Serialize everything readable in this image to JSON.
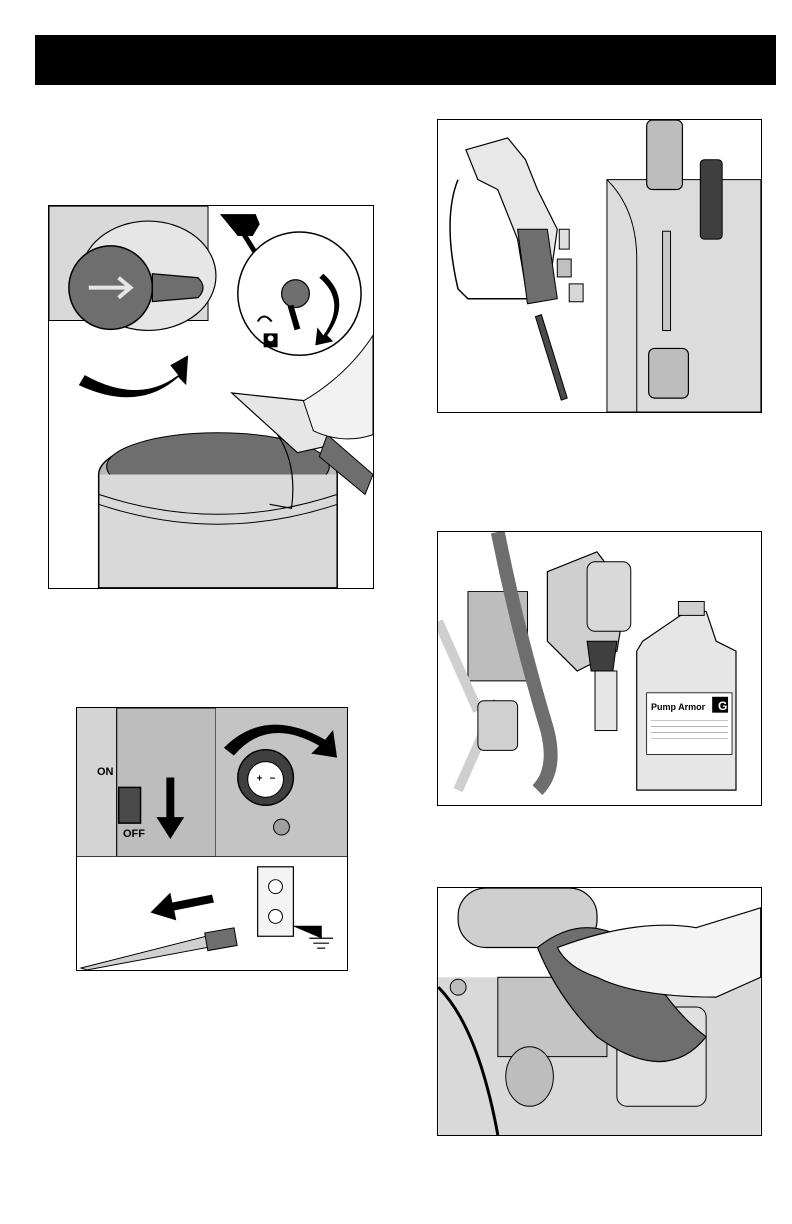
{
  "header": {
    "title": ""
  },
  "figures": {
    "trigger_pail": {
      "label": "trigger-into-pail illustration"
    },
    "power_off": {
      "on_label": "ON",
      "off_label": "OFF"
    },
    "gun_parts": {
      "label": "gun-filter disassembly illustration"
    },
    "pump_armor": {
      "brand": "Pump Armor",
      "logo_mark": "G"
    },
    "wipe": {
      "label": "wipe sprayer illustration"
    }
  },
  "colors": {
    "outline": "#000000",
    "shade_light": "#e4e4e4",
    "shade_mid": "#b8b8b8",
    "shade_dark": "#6e6e6e",
    "shade_darker": "#4a4a4a"
  },
  "icons": [
    "arrow-icon",
    "lock-icon",
    "ground-symbol-icon",
    "power-outlet-icon"
  ],
  "page_number": ""
}
